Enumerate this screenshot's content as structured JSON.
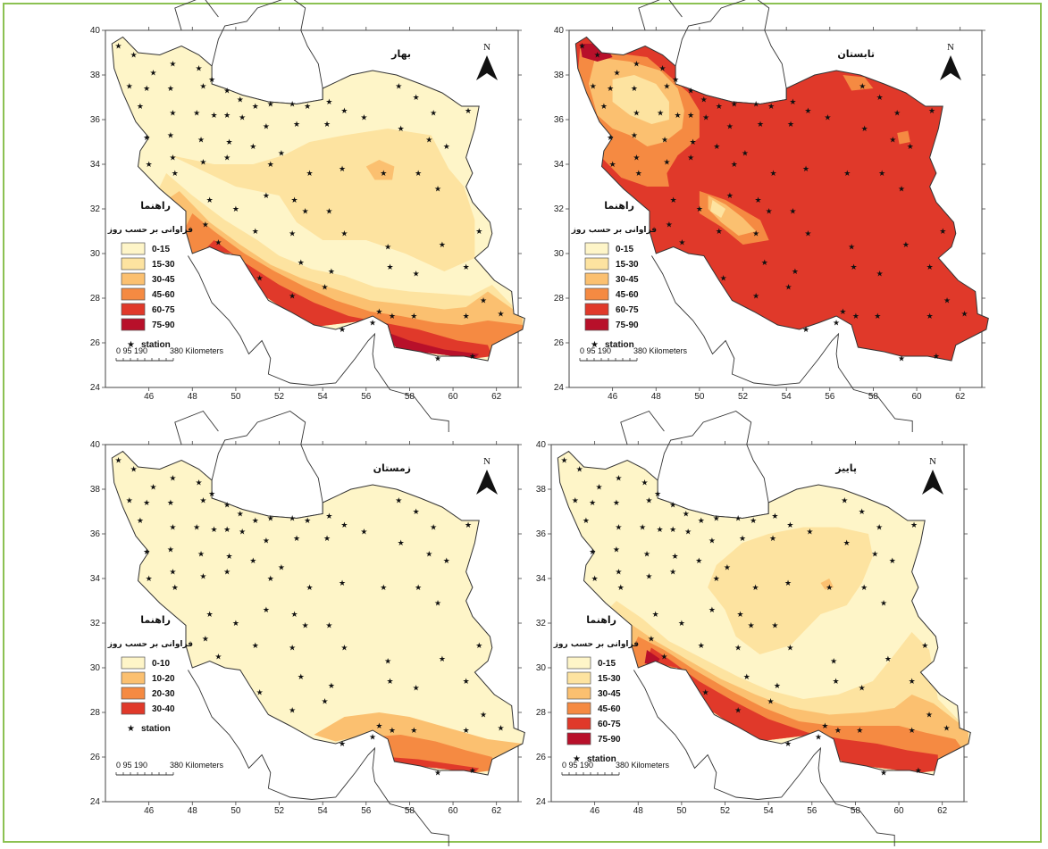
{
  "colors": {
    "frame": "#8cc152",
    "classes_6": [
      "#fef5c8",
      "#fde3a0",
      "#fbc070",
      "#f58a42",
      "#e0392a",
      "#b8102a"
    ],
    "classes_4": [
      "#fef5c8",
      "#fbc070",
      "#f58a42",
      "#e0392a"
    ],
    "station": "#111111"
  },
  "x_tick_labels": [
    "46",
    "48",
    "50",
    "52",
    "54",
    "56",
    "58",
    "60",
    "62"
  ],
  "y_tick_labels": [
    "24",
    "26",
    "28",
    "30",
    "32",
    "34",
    "36",
    "38",
    "40"
  ],
  "north_label": "N",
  "legend_title": "راهنما",
  "legend_subtitle": "فراوانی بر حسب روز",
  "station_label": "station",
  "scale_bar": {
    "numbers": "0  95 190",
    "distance": "380 Kilometers"
  },
  "maps": [
    {
      "id": "spring",
      "title": "بهار",
      "legend": [
        "0-15",
        "15-30",
        "30-45",
        "45-60",
        "60-75",
        "75-90"
      ]
    },
    {
      "id": "summer",
      "title": "تابستان",
      "legend": [
        "0-15",
        "15-30",
        "30-45",
        "45-60",
        "60-75",
        "75-90"
      ]
    },
    {
      "id": "winter",
      "title": "زمستان",
      "legend": [
        "0-10",
        "10-20",
        "20-30",
        "30-40"
      ]
    },
    {
      "id": "autumn",
      "title": "پاییز",
      "legend": [
        "0-15",
        "15-30",
        "30-45",
        "45-60",
        "60-75",
        "75-90"
      ]
    }
  ]
}
